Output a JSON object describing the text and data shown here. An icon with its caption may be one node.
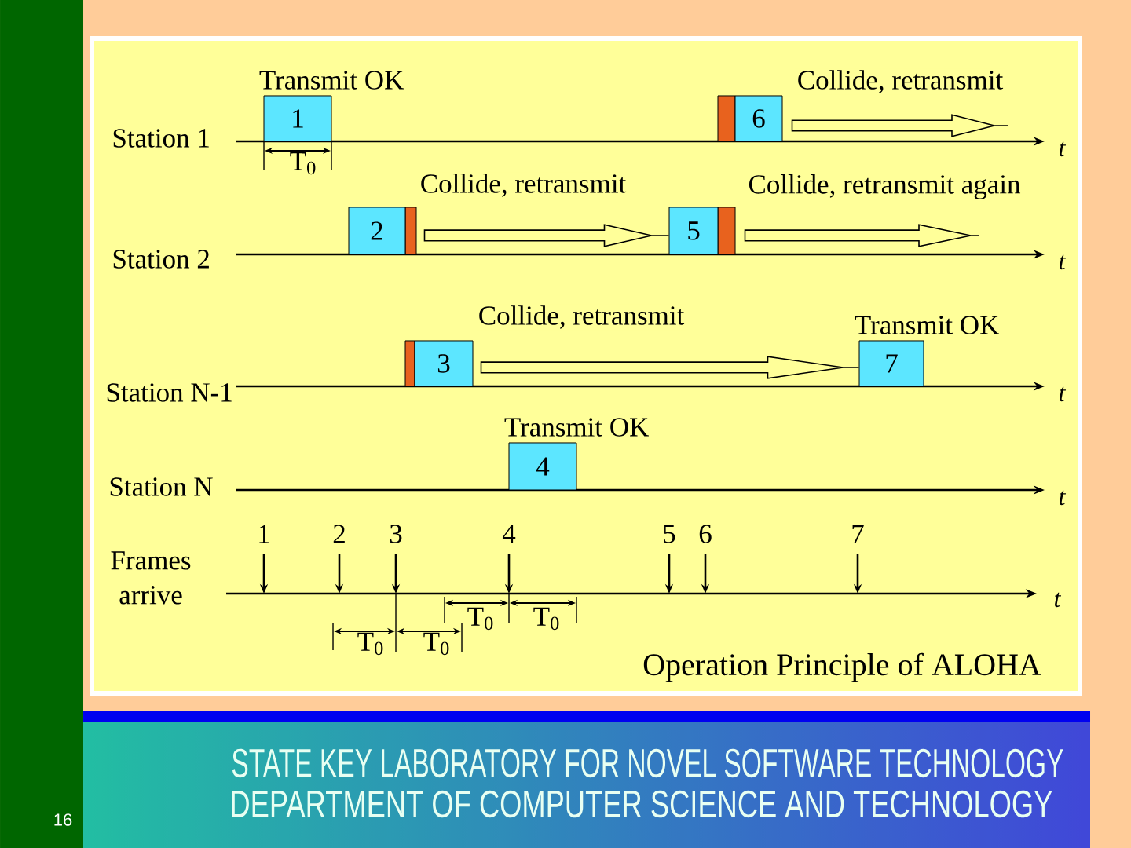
{
  "diagram": {
    "caption": "Operation Principle of ALOHA",
    "nodes": [
      {
        "text": [
          "1"
        ],
        "beside": [
          "Transmit OK"
        ]
      },
      {
        "text": [
          "6"
        ]
      },
      {
        "text": [
          "2"
        ]
      },
      {
        "text": [
          "5"
        ]
      },
      {
        "text": [
          "3"
        ]
      },
      {
        "text": [
          "7"
        ],
        "beside": [
          "Transmit OK"
        ]
      },
      {
        "text": [
          "4"
        ],
        "beside": [
          "Transmit OK"
        ]
      }
    ],
    "edges": [
      {
        "from": 1,
        "to": null,
        "arrow": "to",
        "label": "Collide, retransmit"
      },
      {
        "from": 2,
        "to": 3,
        "arrow": "to",
        "label": "Collide, retransmit"
      },
      {
        "from": 3,
        "to": null,
        "arrow": "to",
        "label": "Collide, retransmit again"
      },
      {
        "from": 4,
        "to": 5,
        "arrow": "to",
        "label": "Collide, retransmit"
      }
    ],
    "labels": [
      "Station 1",
      "T$_{0}$",
      "t",
      "Station 2",
      "t",
      "Station N-1",
      "t",
      "Station N",
      "t",
      "1",
      "2",
      "3",
      "4",
      "5",
      "6",
      "7",
      "Frames arrive",
      "t",
      "T$_{0}$",
      "T$_{0}$",
      "T$_{0}$",
      "T$_{0}$",
      "STATE KEY LABORATORY FOR NOVEL SOFTWARE TECHNOLOGY",
      "DEPARTMENT OF COMPUTER SCIENCE AND TECHNOLOGY",
      "16"
    ]
  }
}
